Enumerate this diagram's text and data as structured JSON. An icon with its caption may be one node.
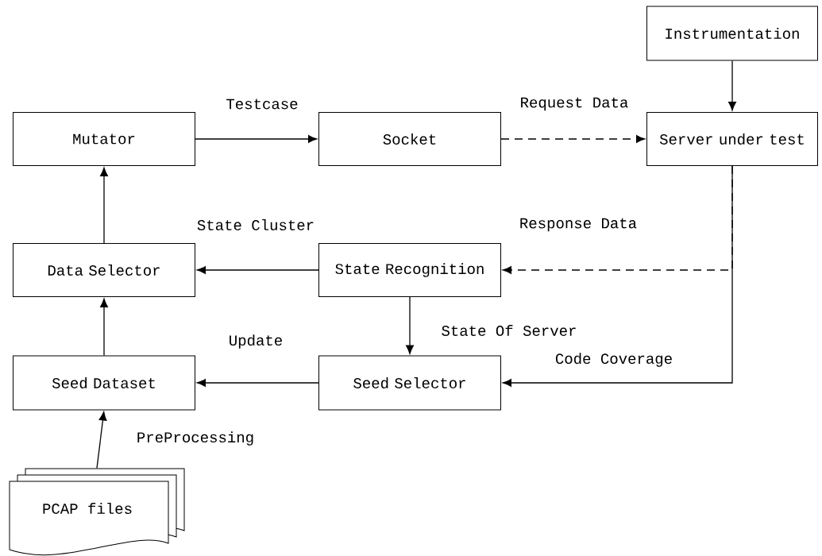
{
  "diagram": {
    "nodes": [
      {
        "text": [
          "Instrumentation"
        ]
      },
      {
        "text": [
          "Mutator"
        ]
      },
      {
        "text": [
          "Socket"
        ]
      },
      {
        "text": [
          "Server under test"
        ]
      },
      {
        "text": [
          "Data Selector"
        ]
      },
      {
        "text": [
          "State Recognition"
        ]
      },
      {
        "text": [
          "Seed Dataset"
        ]
      },
      {
        "text": [
          "Seed Selector"
        ]
      },
      {
        "text": [
          "PCAP files"
        ]
      }
    ],
    "edges": [
      {
        "from": 0,
        "to": 3,
        "arrow": "to"
      },
      {
        "from": 1,
        "to": 2,
        "arrow": "to",
        "label": "Testcase"
      },
      {
        "from": 2,
        "to": 3,
        "arrow": "to",
        "label": "Request Data",
        "style": "dashed"
      },
      {
        "from": 3,
        "to": 5,
        "arrow": "to",
        "label": "Response Data",
        "style": "dashed"
      },
      {
        "from": 3,
        "to": 7,
        "arrow": "to",
        "label": "Code Coverage"
      },
      {
        "from": 5,
        "to": 4,
        "arrow": "to",
        "label": "State Cluster"
      },
      {
        "from": 5,
        "to": 7,
        "arrow": "to",
        "label": "State Of Server"
      },
      {
        "from": 7,
        "to": 6,
        "arrow": "to",
        "label": "Update"
      },
      {
        "from": 6,
        "to": 4,
        "arrow": "to"
      },
      {
        "from": 4,
        "to": 1,
        "arrow": "to"
      },
      {
        "from": 8,
        "to": 6,
        "arrow": "to",
        "label": "PreProcessing"
      }
    ]
  }
}
